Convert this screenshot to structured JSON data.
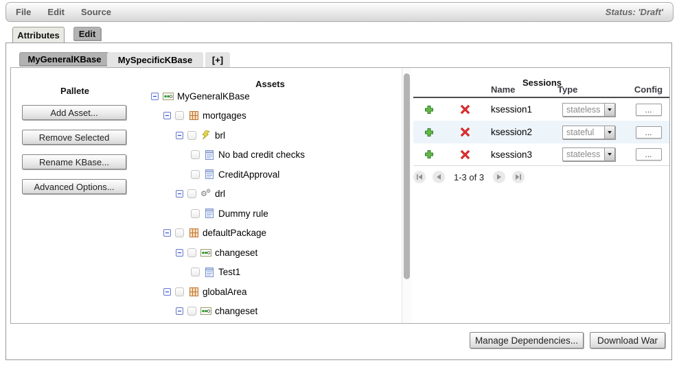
{
  "menu": {
    "items": [
      "File",
      "Edit",
      "Source"
    ],
    "status": "Status: 'Draft'"
  },
  "main_tabs": {
    "attributes": "Attributes",
    "edit": "Edit"
  },
  "kbase_tabs": {
    "general": "MyGeneralKBase",
    "specific": "MySpecificKBase",
    "add": "[+]"
  },
  "palette": {
    "title": "Pallete",
    "add_asset": "Add Asset...",
    "remove_selected": "Remove Selected",
    "rename_kbase": "Rename KBase...",
    "advanced_options": "Advanced Options..."
  },
  "assets": {
    "title": "Assets",
    "tree": [
      {
        "label": "MyGeneralKBase",
        "icon": "changeset-icon",
        "level": 0
      },
      {
        "label": "mortgages",
        "icon": "package-icon",
        "level": 1
      },
      {
        "label": "brl",
        "icon": "brl-icon",
        "level": 2
      },
      {
        "label": "No bad credit checks",
        "icon": "document-icon",
        "level": 3
      },
      {
        "label": "CreditApproval",
        "icon": "document-icon",
        "level": 3
      },
      {
        "label": "drl",
        "icon": "drl-gears-icon",
        "level": 2
      },
      {
        "label": "Dummy rule",
        "icon": "document-icon",
        "level": 3
      },
      {
        "label": "defaultPackage",
        "icon": "package-icon",
        "level": 1
      },
      {
        "label": "changeset",
        "icon": "changeset-icon",
        "level": 2
      },
      {
        "label": "Test1",
        "icon": "document-icon",
        "level": 3
      },
      {
        "label": "globalArea",
        "icon": "package-icon",
        "level": 1
      },
      {
        "label": "changeset",
        "icon": "changeset-icon",
        "level": 2
      }
    ]
  },
  "sessions": {
    "title": "Sessions",
    "columns": {
      "name": "Name",
      "type": "Type",
      "config": "Config"
    },
    "rows": [
      {
        "name": "ksession1",
        "type": "stateless",
        "config": "..."
      },
      {
        "name": "ksession2",
        "type": "stateful",
        "config": "..."
      },
      {
        "name": "ksession3",
        "type": "stateless",
        "config": "..."
      }
    ],
    "pagination": "1-3 of 3"
  },
  "footer": {
    "manage_dependencies": "Manage Dependencies...",
    "download_war": "Download War"
  },
  "icons": {
    "gear": "⚙"
  },
  "colors": {
    "accent_green": "#55b233",
    "accent_red": "#e02f2f",
    "row_alt": "#edf4fa",
    "tab_selected": "#b2b2b2"
  }
}
